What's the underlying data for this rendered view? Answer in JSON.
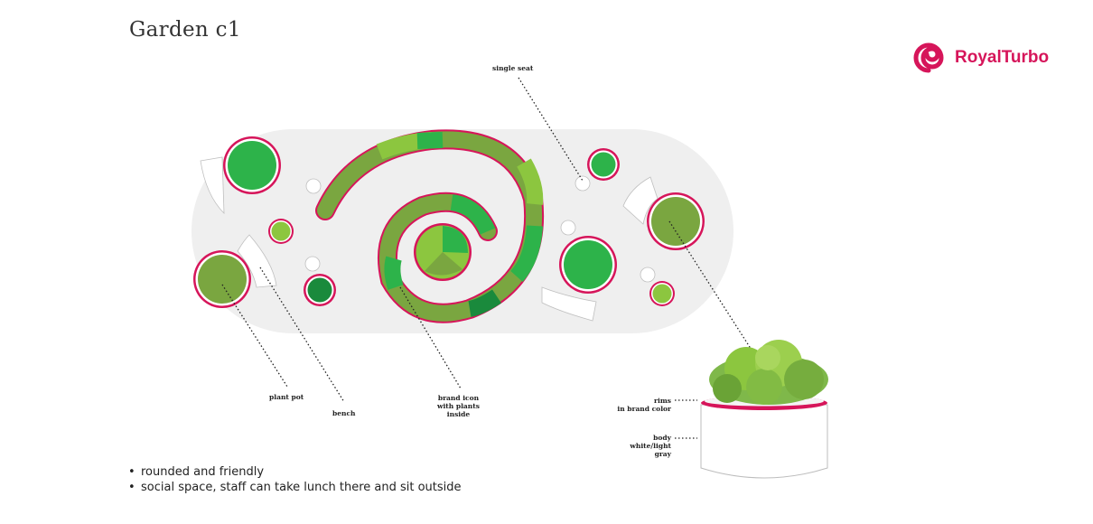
{
  "title": "Garden c1",
  "brand": {
    "name": "RoyalTurbo",
    "icon": "spiral-icon",
    "color": "#d6155a"
  },
  "labels": {
    "single_seat": "single seat",
    "plant_pot": "plant pot",
    "bench": "bench",
    "brand_icon": [
      "brand icon",
      "with plants",
      "inside"
    ],
    "rims": [
      "rims",
      "in brand color"
    ],
    "body": [
      "body",
      "white/light",
      "gray"
    ]
  },
  "bullets": [
    "rounded and friendly",
    "social space, staff can take lunch there and sit outside"
  ],
  "colors": {
    "brand": "#d6155a",
    "ground": "#efefef",
    "green_light": "#8cc63f",
    "green_mid": "#2db34a",
    "green_olive": "#7aa640",
    "green_dark": "#1a8a3c"
  }
}
